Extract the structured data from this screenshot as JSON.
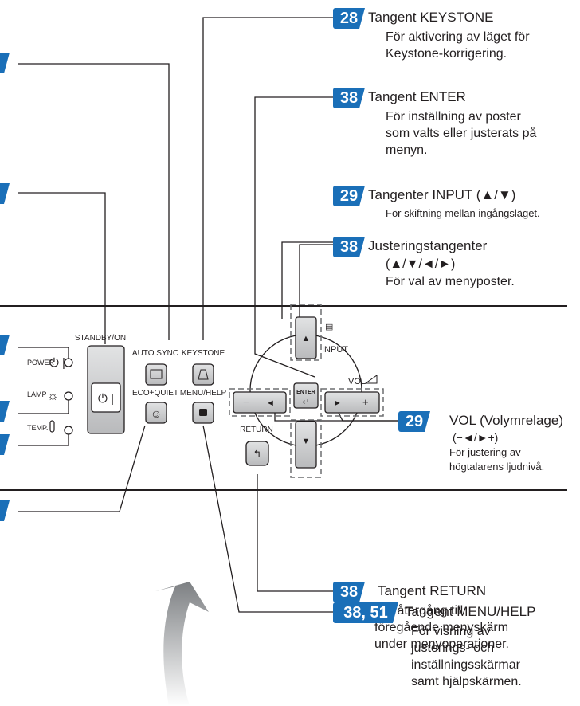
{
  "callouts": [
    {
      "id": "keystone",
      "badge": "28",
      "title": "Tangent KEYSTONE",
      "desc": [
        "För aktivering av läget för",
        "Keystone-korrigering."
      ]
    },
    {
      "id": "enter",
      "badge": "38",
      "title": "Tangent ENTER",
      "desc": [
        "För inställning av poster",
        "som valts eller justerats på",
        "menyn."
      ]
    },
    {
      "id": "input",
      "badge": "29",
      "title": "Tangenter INPUT (▲/▼)",
      "desc": [
        "För skiftning mellan ingångsläget."
      ]
    },
    {
      "id": "adjust",
      "badge": "38",
      "title": "Justeringstangenter",
      "title2": "(▲/▼/◄/►)",
      "desc": [
        "För val av menyposter."
      ]
    },
    {
      "id": "vol",
      "badge": "29",
      "title": "VOL (Volymrelage)",
      "title2": "(−◄/►+)",
      "desc": [
        "För justering av",
        "högtalarens ljudnivå."
      ]
    },
    {
      "id": "return",
      "badge": "38",
      "title": "Tangent RETURN",
      "desc": [
        "För återgång till",
        "föregående menyskärm",
        "under menyoperationer."
      ]
    },
    {
      "id": "menu",
      "badge": "38, 51",
      "title": "Tangent MENU/HELP",
      "desc": [
        "För visning av",
        "justerings- och",
        "inställningsskärmar",
        "samt hjälpskärmen."
      ]
    }
  ],
  "panel": {
    "power": "POWER",
    "lamp": "LAMP",
    "temp": "TEMP.",
    "standby": "STANDBY/ON",
    "auto_sync": "AUTO SYNC",
    "keystone": "KEYSTONE",
    "eco_quiet": "ECO+QUIET",
    "menu_help": "MENU/HELP",
    "return": "RETURN",
    "enter": "ENTER",
    "input": "INPUT",
    "vol": "VOL",
    "minus": "−",
    "plus": "+"
  },
  "colors": {
    "accent": "#1a6fb8",
    "line": "#231f20",
    "button_fill": "#c8c9ca"
  }
}
